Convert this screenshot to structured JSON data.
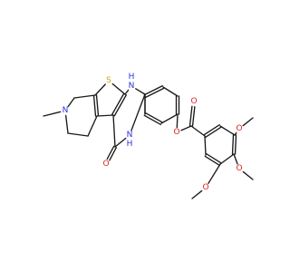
{
  "structure": {
    "atoms": [
      {
        "id": "CH3",
        "label": "",
        "color": "#1a1a1a"
      },
      {
        "id": "N_pip",
        "label": "N",
        "color": "#2f2fe0"
      },
      {
        "id": "S",
        "label": "S",
        "color": "#c7a800"
      },
      {
        "id": "N1H",
        "label": "H",
        "color": "#2f2fe0"
      },
      {
        "id": "N1",
        "label": "N",
        "color": "#2f2fe0"
      },
      {
        "id": "N3H",
        "label": "H",
        "color": "#2f2fe0"
      },
      {
        "id": "N3",
        "label": "N",
        "color": "#2f2fe0"
      },
      {
        "id": "O_keto",
        "label": "O",
        "color": "#e02020"
      },
      {
        "id": "O_ester",
        "label": "O",
        "color": "#e02020"
      },
      {
        "id": "O_carbonyl",
        "label": "O",
        "color": "#e02020"
      },
      {
        "id": "O_m1",
        "label": "O",
        "color": "#e02020"
      },
      {
        "id": "O_p",
        "label": "O",
        "color": "#e02020"
      },
      {
        "id": "O_m2",
        "label": "O",
        "color": "#e02020"
      }
    ],
    "bond_color": "#1a1a1a"
  }
}
